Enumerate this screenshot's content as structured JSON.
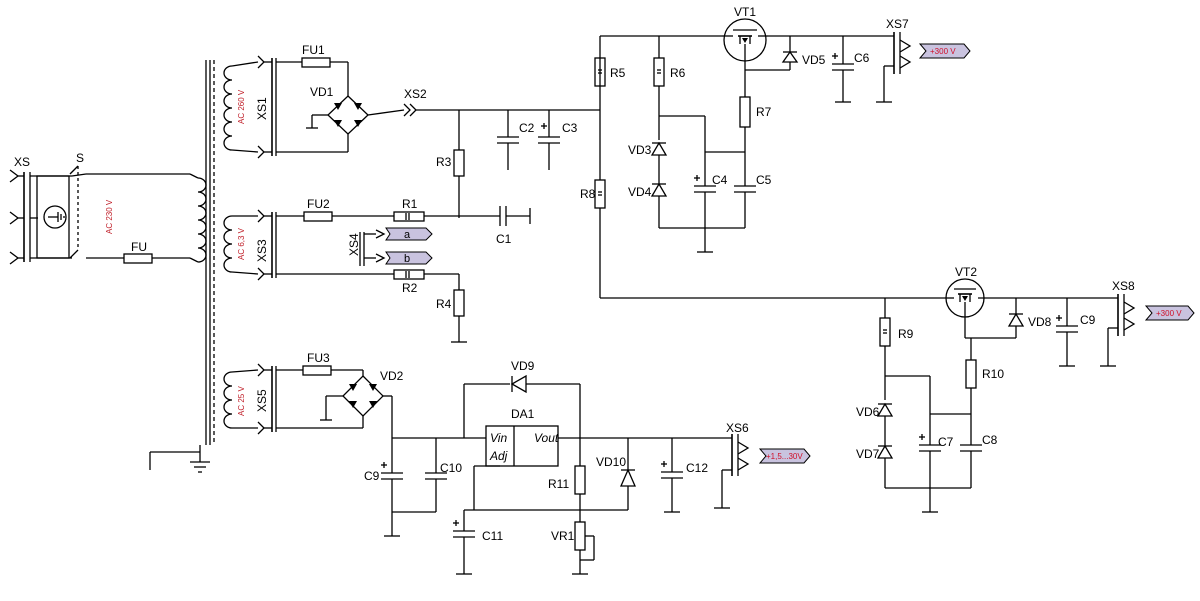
{
  "labels": {
    "XS": "XS",
    "S": "S",
    "FU": "FU",
    "FU1": "FU1",
    "FU2": "FU2",
    "FU3": "FU3",
    "XS1": "XS1",
    "XS2": "XS2",
    "XS3": "XS3",
    "XS4": "XS4",
    "XS5": "XS5",
    "XS6": "XS6",
    "XS7": "XS7",
    "XS8": "XS8",
    "VD1": "VD1",
    "VD2": "VD2",
    "VD3": "VD3",
    "VD4": "VD4",
    "VD5": "VD5",
    "VD6": "VD6",
    "VD7": "VD7",
    "VD8": "VD8",
    "VD9": "VD9",
    "VD10": "VD10",
    "VT1": "VT1",
    "VT2": "VT2",
    "DA1": "DA1",
    "Vin": "Vin",
    "Vout": "Vout",
    "Adj": "Adj",
    "R1": "R1",
    "R2": "R2",
    "R3": "R3",
    "R4": "R4",
    "R5": "R5",
    "R6": "R6",
    "R7": "R7",
    "R8": "R8",
    "R9": "R9",
    "R10": "R10",
    "R11": "R11",
    "VR1": "VR1",
    "C1": "C1",
    "C2": "C2",
    "C3": "C3",
    "C4": "C4",
    "C5": "C5",
    "C6": "C6",
    "C7": "C7",
    "C8": "C8",
    "C9a": "C9",
    "C9b": "C9",
    "C10": "C10",
    "C11": "C11",
    "C12": "C12",
    "ac230": "AC 230 V",
    "ac260": "AC 260 V",
    "ac63": "AC 6,3 V",
    "ac25": "AC 25 V",
    "tagA": "a",
    "tagB": "b",
    "out300a": "+300 V",
    "out300b": "+300 V",
    "out130": "+1,5...30V"
  },
  "colors": {
    "wire": "#000000",
    "ac_label": "#c0202a",
    "tag_fill": "#c9c3df",
    "out_tag_fill": "#c9c3df"
  }
}
